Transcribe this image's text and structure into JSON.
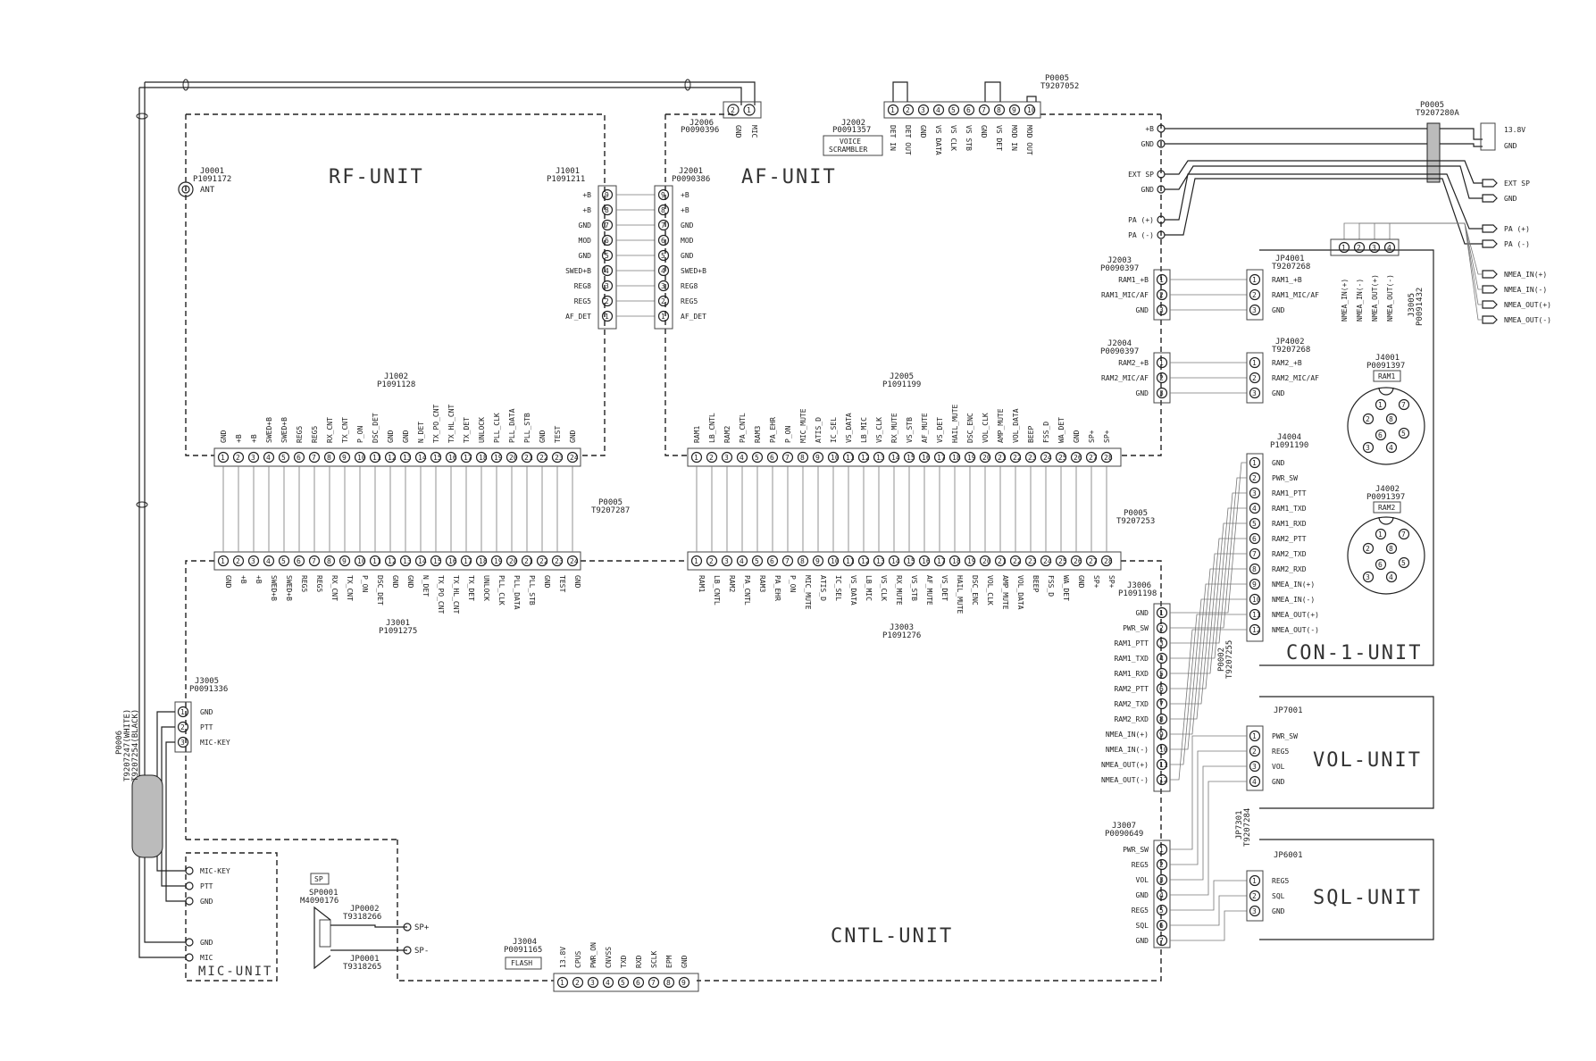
{
  "units": {
    "rf": "RF-UNIT",
    "af": "AF-UNIT",
    "cntl": "CNTL-UNIT",
    "con1": "CON-1-UNIT",
    "vol": "VOL-UNIT",
    "sql": "SQL-UNIT",
    "mic": "MIC-UNIT"
  },
  "ant": {
    "ref": "J0001",
    "part": "P1091172",
    "label": "ANT"
  },
  "j1001": {
    "ref": "J1001",
    "part": "P1091211",
    "labels": [
      "+B",
      "+B",
      "GND",
      "MOD",
      "GND",
      "SWED+B",
      "REG8",
      "REG5",
      "AF_DET"
    ]
  },
  "j2001": {
    "ref": "J2001",
    "part": "P0090386",
    "labels": [
      "+B",
      "+B",
      "GND",
      "MOD",
      "GND",
      "SWED+B",
      "REG8",
      "REG5",
      "AF_DET"
    ],
    "nums": [
      "9",
      "8",
      "7",
      "6",
      "5",
      "4",
      "3",
      "2",
      "1"
    ]
  },
  "j2006": {
    "ref": "J2006",
    "part": "P0090396",
    "labels": [
      "GND",
      "MIC"
    ]
  },
  "j2002": {
    "ref": "J2002",
    "part": "P0091357",
    "tag": "VOICE SCRAMBLER"
  },
  "p0005top": {
    "ref": "P0005",
    "part": "T9207052",
    "labels": [
      "DET IN",
      "DET OUT",
      "GND",
      "VS DATA",
      "VS CLK",
      "VS STB",
      "GND",
      "VS DET",
      "MOD IN",
      "MOD OUT"
    ]
  },
  "j1002": {
    "ref": "J1002",
    "part": "P1091128"
  },
  "j3001": {
    "ref": "J3001",
    "part": "P1091275"
  },
  "rfpins": [
    "GND",
    "+B",
    "+B",
    "SWED+B",
    "SWED+B",
    "REG5",
    "REG5",
    "RX_CNT",
    "TX_CNT",
    "P_ON",
    "DSC_DET",
    "GND",
    "GND",
    "N_DET",
    "TX_PO_CNT",
    "TX_HL_CNT",
    "TX_DET",
    "UNLOCK",
    "PLL_CLK",
    "PLL_DATA",
    "PLL_STB",
    "GND",
    "TEST",
    "GND"
  ],
  "p0005mid": {
    "ref": "P0005",
    "part": "T9207287"
  },
  "j2005": {
    "ref": "J2005",
    "part": "P1091199"
  },
  "j3003": {
    "ref": "J3003",
    "part": "P1091276"
  },
  "afpins": [
    "RAM1",
    "LB_CNTL",
    "RAM2",
    "PA_CNTL",
    "RAM3",
    "PA_EHR",
    "P_ON",
    "MIC_MUTE",
    "ATIS_D",
    "IC_SEL",
    "VS_DATA",
    "LB_MIC",
    "VS_CLK",
    "RX_MUTE",
    "VS_STB",
    "AF_MUTE",
    "VS_DET",
    "HAIL_MUTE",
    "DSC_ENC",
    "VOL_CLK",
    "AMP_MUTE",
    "VOL_DATA",
    "BEEP",
    "FSS_D",
    "WA_DET",
    "GND",
    "SP+",
    "SP+"
  ],
  "p0005af": {
    "ref": "P0005",
    "part": "T9207253"
  },
  "p0005pwr": {
    "ref": "P0005",
    "part": "T9207280A",
    "labels": [
      "13.8V",
      "GND"
    ]
  },
  "rightTerms": [
    "+B",
    "GND",
    "EXT SP",
    "GND",
    "PA (+)",
    "PA (-)"
  ],
  "extTerms": [
    "EXT SP",
    "GND",
    "PA (+)",
    "PA (-)"
  ],
  "nmeaTerms": [
    "NMEA_IN(+)",
    "NMEA_IN(-)",
    "NMEA_OUT(+)",
    "NMEA_OUT(-)"
  ],
  "j3005con": {
    "ref": "J3005",
    "part": "P0091432",
    "vlabels": [
      "NMEA_IN(+)",
      "NMEA_IN(-)",
      "NMEA_OUT(+)",
      "NMEA_OUT(-)"
    ]
  },
  "j2003": {
    "ref": "J2003",
    "part": "P0090397",
    "labels": [
      "RAM1_+B",
      "RAM1_MIC/AF",
      "GND"
    ]
  },
  "jp4001": {
    "ref": "JP4001",
    "part": "T9207268",
    "labels": [
      "RAM1_+B",
      "RAM1_MIC/AF",
      "GND"
    ]
  },
  "j2004": {
    "ref": "J2004",
    "part": "P0090397",
    "labels": [
      "RAM2_+B",
      "RAM2_MIC/AF",
      "GND"
    ]
  },
  "jp4002": {
    "ref": "JP4002",
    "part": "T9207268",
    "labels": [
      "RAM2_+B",
      "RAM2_MIC/AF",
      "GND"
    ]
  },
  "j4001": {
    "ref": "J4001",
    "part": "P0091397",
    "tag": "RAM1"
  },
  "j4002": {
    "ref": "J4002",
    "part": "P0091397",
    "tag": "RAM2"
  },
  "j4004": {
    "ref": "J4004",
    "part": "P1091190",
    "labels": [
      "GND",
      "PWR_SW",
      "RAM1_PTT",
      "RAM1_TXD",
      "RAM1_RXD",
      "RAM2_PTT",
      "RAM2_TXD",
      "RAM2_RXD",
      "NMEA_IN(+)",
      "NMEA_IN(-)",
      "NMEA_OUT(+)",
      "NMEA_OUT(-)"
    ]
  },
  "j3006": {
    "ref": "J3006",
    "part": "P1091198",
    "labels": [
      "GND",
      "PWR_SW",
      "RAM1_PTT",
      "RAM1_TXD",
      "RAM1_RXD",
      "RAM2_PTT",
      "RAM2_TXD",
      "RAM2_RXD",
      "NMEA_IN(+)",
      "NMEA_IN(-)",
      "NMEA_OUT(+)",
      "NMEA_OUT(-)"
    ]
  },
  "p0002": {
    "ref": "P0002",
    "part": "T9207255"
  },
  "jp7001": {
    "ref": "JP7001",
    "labels": [
      "PWR_SW",
      "REG5",
      "VOL",
      "GND"
    ]
  },
  "j3007": {
    "ref": "J3007",
    "part": "P0090649",
    "labels": [
      "PWR_SW",
      "REG5",
      "VOL",
      "GND",
      "REG5",
      "SQL",
      "GND"
    ]
  },
  "jp7301": {
    "ref": "JP7301",
    "part": "T9207284"
  },
  "jp6001": {
    "ref": "JP6001",
    "labels": [
      "REG5",
      "SQL",
      "GND"
    ]
  },
  "j3005mic": {
    "ref": "J3005",
    "part": "P0091336",
    "labels": [
      "GND",
      "PTT",
      "MIC-KEY"
    ]
  },
  "p0006": {
    "ref": "P0006",
    "part1": "T9207247(WHITE)",
    "part2": "T9207254(BLACK)"
  },
  "micTerms": [
    "MIC-KEY",
    "PTT",
    "GND",
    "GND",
    "MIC"
  ],
  "speaker": {
    "tag": "SP",
    "ref": "SP0001",
    "part": "M4090176"
  },
  "jp0002": {
    "ref": "JP0002",
    "part": "T9318266",
    "label": "SP+"
  },
  "jp0001": {
    "ref": "JP0001",
    "part": "T9318265",
    "label": "SP-"
  },
  "j3004": {
    "ref": "J3004",
    "part": "P0091165",
    "tag": "FLASH",
    "labels": [
      "13.8V",
      "CPUS",
      "PWR_ON",
      "CNVSS",
      "TXD",
      "RXD",
      "SCLK",
      "EPM",
      "GND"
    ]
  }
}
